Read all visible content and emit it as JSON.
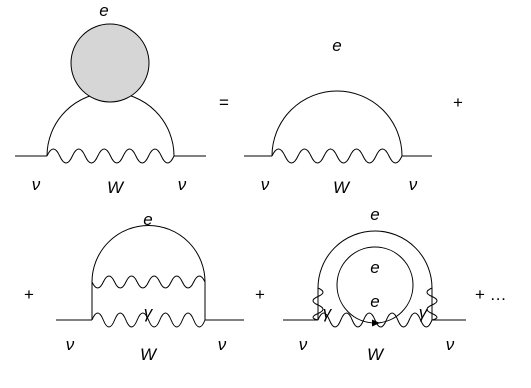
{
  "labels": {
    "electron": "e",
    "neutrino": "ν",
    "w_boson": "W",
    "photon": "γ"
  },
  "operators": {
    "equals": "=",
    "plus": "+",
    "ellipsis": "+ …"
  }
}
